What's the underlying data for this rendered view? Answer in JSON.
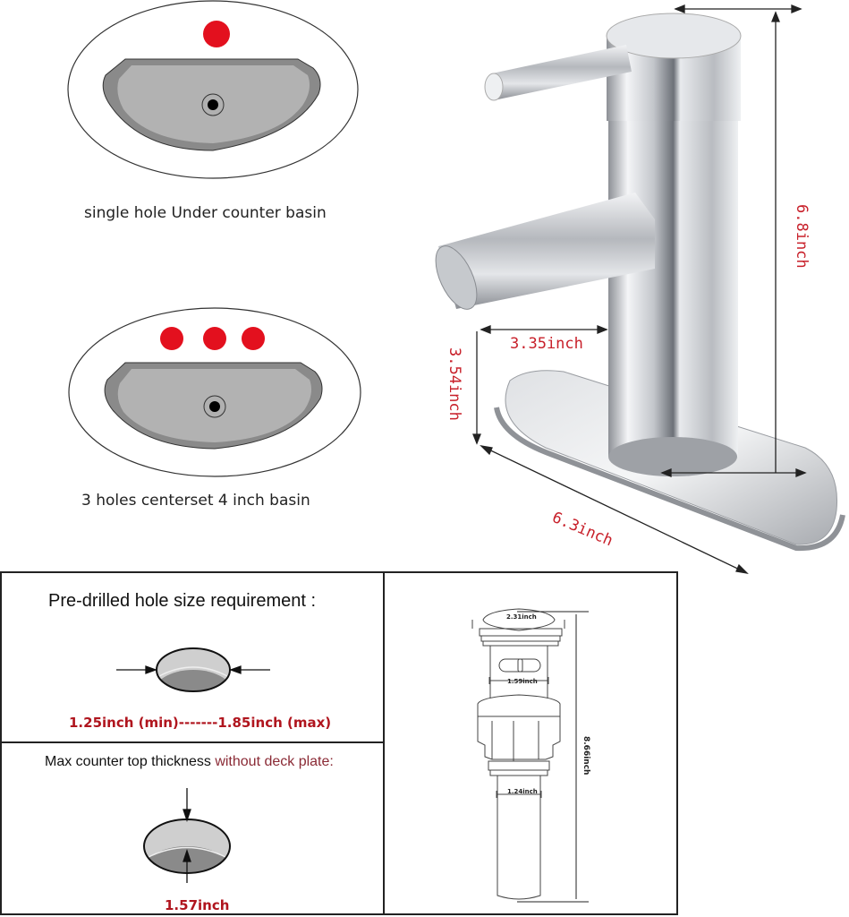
{
  "basins": [
    {
      "caption": "single hole Under counter basin",
      "hole_count": 1,
      "hole_color": "#e3101e"
    },
    {
      "caption": "3 holes centerset 4 inch basin",
      "hole_count": 3,
      "hole_color": "#e3101e"
    }
  ],
  "faucet": {
    "dimensions": {
      "height": "6.8inch",
      "spout_reach": "3.35inch",
      "spout_height": "3.54inch",
      "deck_plate_length": "6.3inch"
    },
    "dimension_color": "#c8202a"
  },
  "hole_size_panel": {
    "title": "Pre-drilled hole size requirement :",
    "range_label": "1.25inch (min)-------1.85inch (max)"
  },
  "thickness_panel": {
    "title_prefix": "Max counter top thickness ",
    "title_accent": "without deck plate:",
    "value_label": "1.57inch"
  },
  "drain_panel": {
    "cap_width": "2.31inch",
    "body_width": "1.59inch",
    "tail_width": "1.24inch",
    "total_height": "8.66inch"
  }
}
